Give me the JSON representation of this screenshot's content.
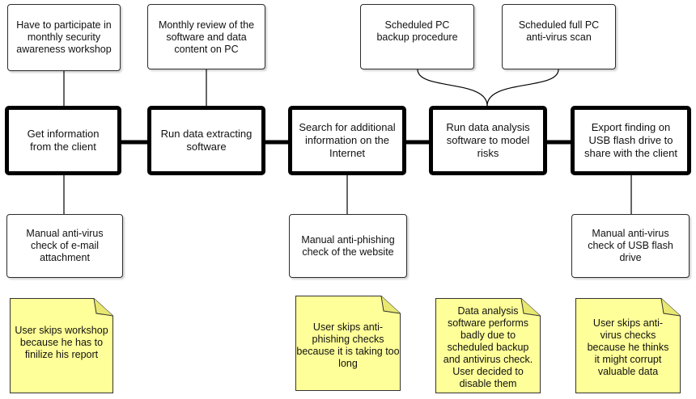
{
  "top_boxes": [
    "Have to participate in monthly security awareness workshop",
    "Monthly review of the software and data content on PC",
    "Scheduled PC backup procedure",
    "Scheduled full PC anti-virus scan"
  ],
  "process_steps": [
    "Get information from the client",
    "Run data extracting software",
    "Search for  additional information on the Internet",
    "Run data analysis software to model risks",
    "Export  finding on USB flash drive to share with the client"
  ],
  "controls": [
    "Manual anti-virus check of e-mail attachment",
    "Manual anti-phishing check of the website",
    "Manual anti-virus check of USB flash drive"
  ],
  "notes": [
    "User skips workshop because he has to finilize his report",
    "User skips anti-phishing checks because it is taking too long",
    "Data analysis software performs badly due to scheduled backup and antivirus check. User decided to disable them",
    "User skips anti-virus checks because he thinks it might corrupt valuable data"
  ],
  "colors": {
    "note_fill": "#ffff99",
    "line": "#000000",
    "border": "#2b2b2b"
  }
}
